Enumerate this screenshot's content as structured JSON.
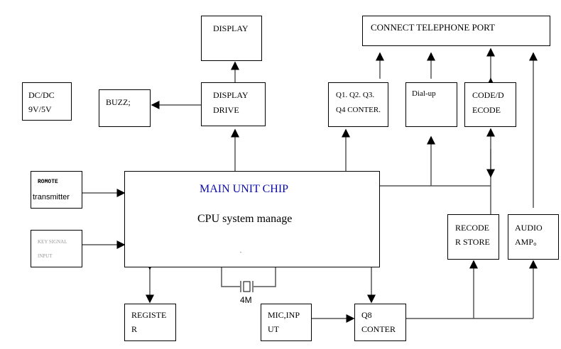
{
  "blocks": {
    "display": {
      "lines": [
        "DISPLAY"
      ]
    },
    "connect_port": {
      "lines": [
        "CONNECT TELEPHONE PORT"
      ]
    },
    "dcdc": {
      "lines": [
        "DC/DC",
        "9V/5V"
      ]
    },
    "buzz": {
      "lines": [
        "BUZZ;"
      ]
    },
    "display_drive": {
      "lines": [
        "DISPLAY",
        "DRIVE"
      ]
    },
    "q_conter": {
      "lines": [
        "Q1. Q2. Q3.",
        "Q4 CONTER."
      ]
    },
    "dialup": {
      "lines": [
        "Dial-up"
      ]
    },
    "codec": {
      "lines": [
        "CODE/D",
        "ECODE"
      ]
    },
    "remote": {
      "lines": [
        "ROMOTE",
        "transmitter"
      ]
    },
    "key_signal": {
      "lines": [
        "KEY    SIGNAL",
        "INPUT"
      ]
    },
    "main_chip": {
      "title": "MAIN UNIT CHIP",
      "subtitle": "CPU system manage",
      "dot": "."
    },
    "recoder": {
      "lines": [
        "RECODE",
        "R STORE"
      ]
    },
    "audio_amp": {
      "lines": [
        "AUDIO",
        "AMP。"
      ]
    },
    "register": {
      "lines": [
        "REGISTE",
        "R"
      ]
    },
    "mic_input": {
      "lines": [
        "MIC,INP",
        "UT"
      ]
    },
    "q8_conter": {
      "lines": [
        "Q8",
        "CONTER"
      ]
    }
  },
  "crystal": {
    "label": "4M"
  },
  "paragraph_mark": "↵"
}
